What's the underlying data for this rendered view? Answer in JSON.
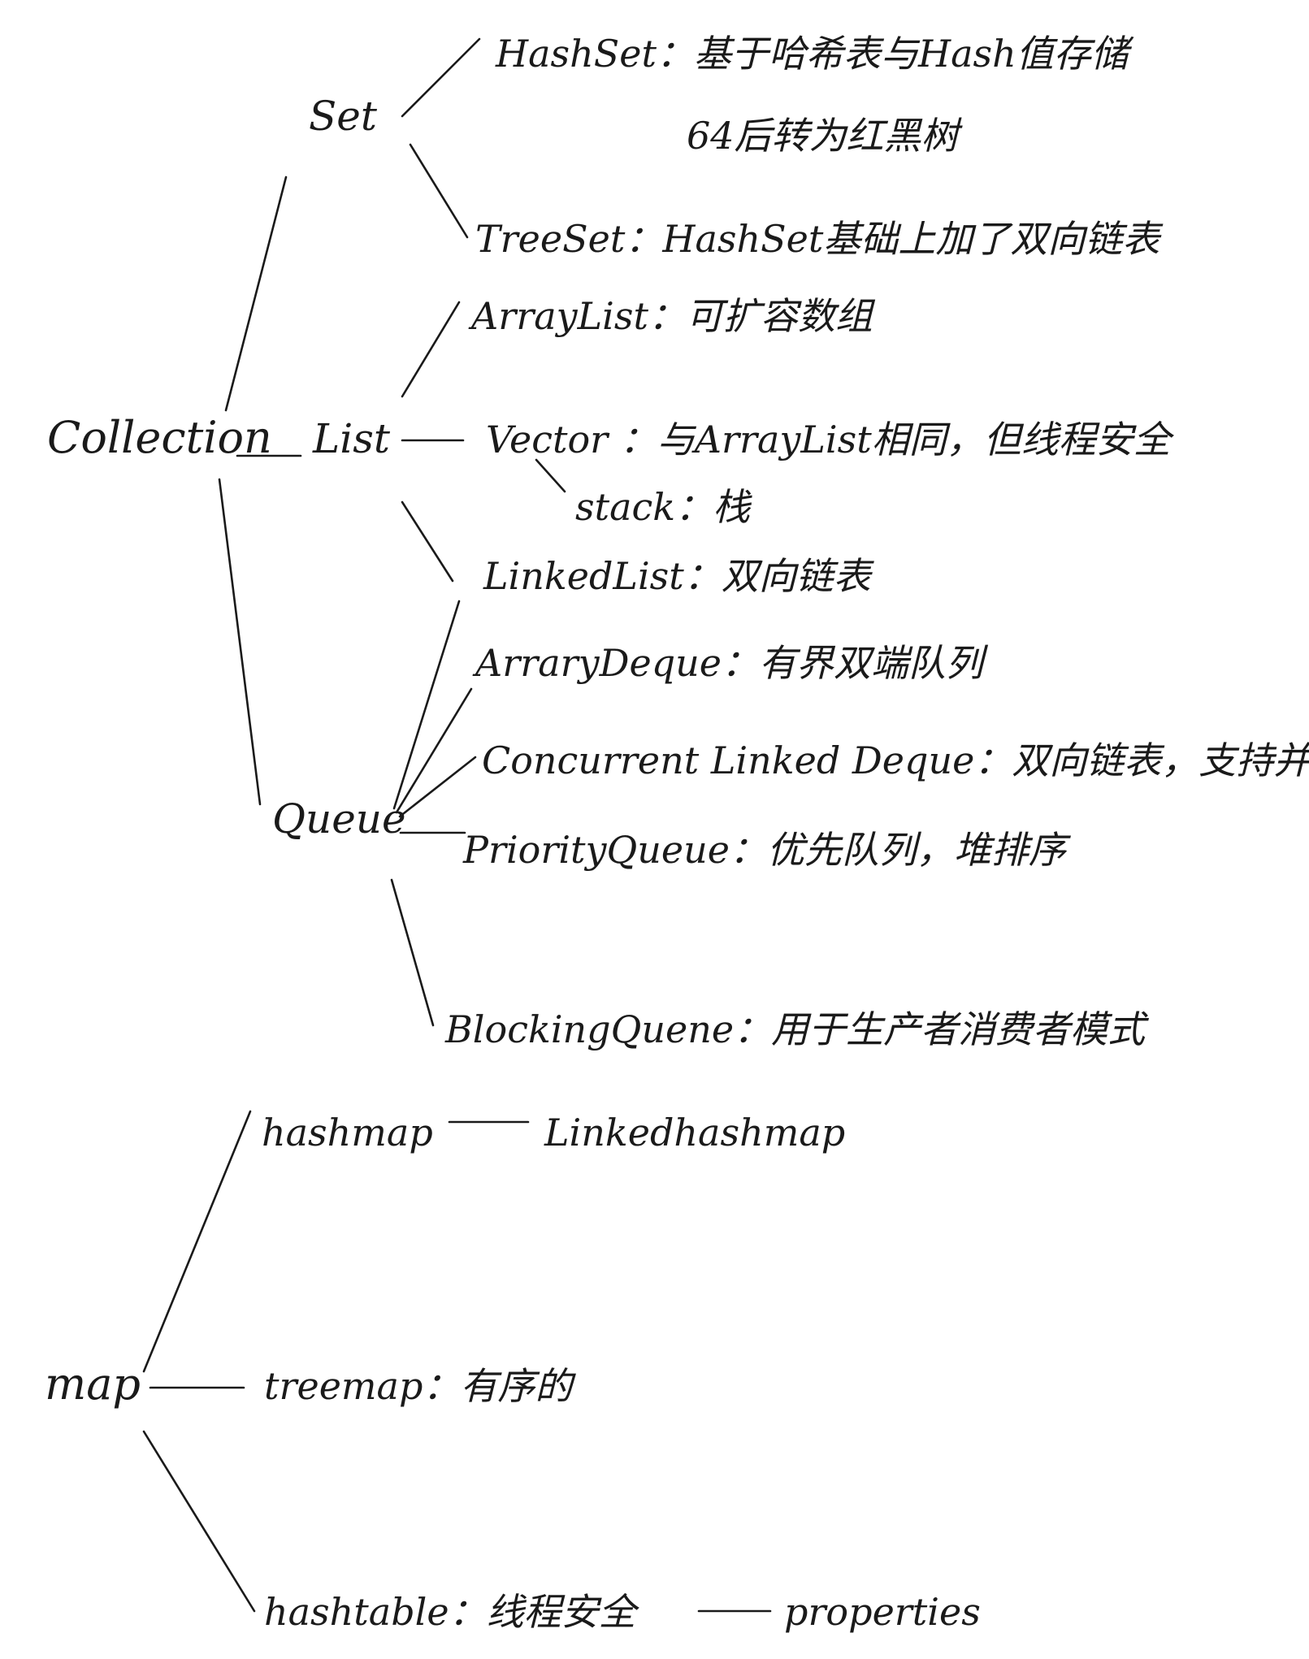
{
  "collection": {
    "root": "Collection",
    "set": {
      "label": "Set",
      "hashset": "HashSet：基于哈希表与Hash值存储",
      "hashset_note": "64后转为红黑树",
      "treeset": "TreeSet：HashSet基础上加了双向链表"
    },
    "list": {
      "label": "List",
      "arraylist": "ArrayList：可扩容数组",
      "vector": "Vector ：与ArrayList相同，但线程安全",
      "stack": "stack：栈",
      "linkedlist": "LinkedList：双向链表"
    },
    "queue": {
      "label": "Queue",
      "arraydeque": "ArraryDeque：有界双端队列",
      "concurrent": "Concurrent Linked Deque：双向链表，支持并发",
      "priority": "PriorityQueue：优先队列，堆排序",
      "blocking": "BlockingQuene：用于生产者消费者模式"
    }
  },
  "map": {
    "root": "map",
    "hashmap": "hashmap",
    "linkedhashmap": "Linkedhashmap",
    "treemap": "treemap：有序的",
    "hashtable": "hashtable：线程安全",
    "properties": "properties"
  }
}
